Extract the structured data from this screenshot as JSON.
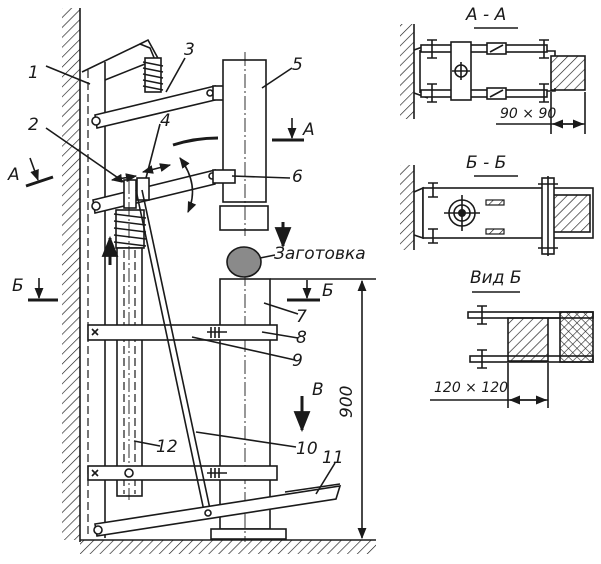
{
  "labels": {
    "n1": "1",
    "n2": "2",
    "n3": "3",
    "n4": "4",
    "n5": "5",
    "n6": "6",
    "n7": "7",
    "n8": "8",
    "n9": "9",
    "n10": "10",
    "n11": "11",
    "n12": "12",
    "workpiece": "Заготовка",
    "height_dim": "900",
    "section_a": "А",
    "section_b": "Б",
    "view_v": "В"
  },
  "views": {
    "aa_title": "А - А",
    "aa_dim": "90 × 90",
    "bb_title": "Б - Б",
    "vid_title": "Вид Б",
    "vid_dim": "120 × 120"
  },
  "colors": {
    "ink": "#1a1a1a",
    "workpiece": "#8a8a8a"
  }
}
